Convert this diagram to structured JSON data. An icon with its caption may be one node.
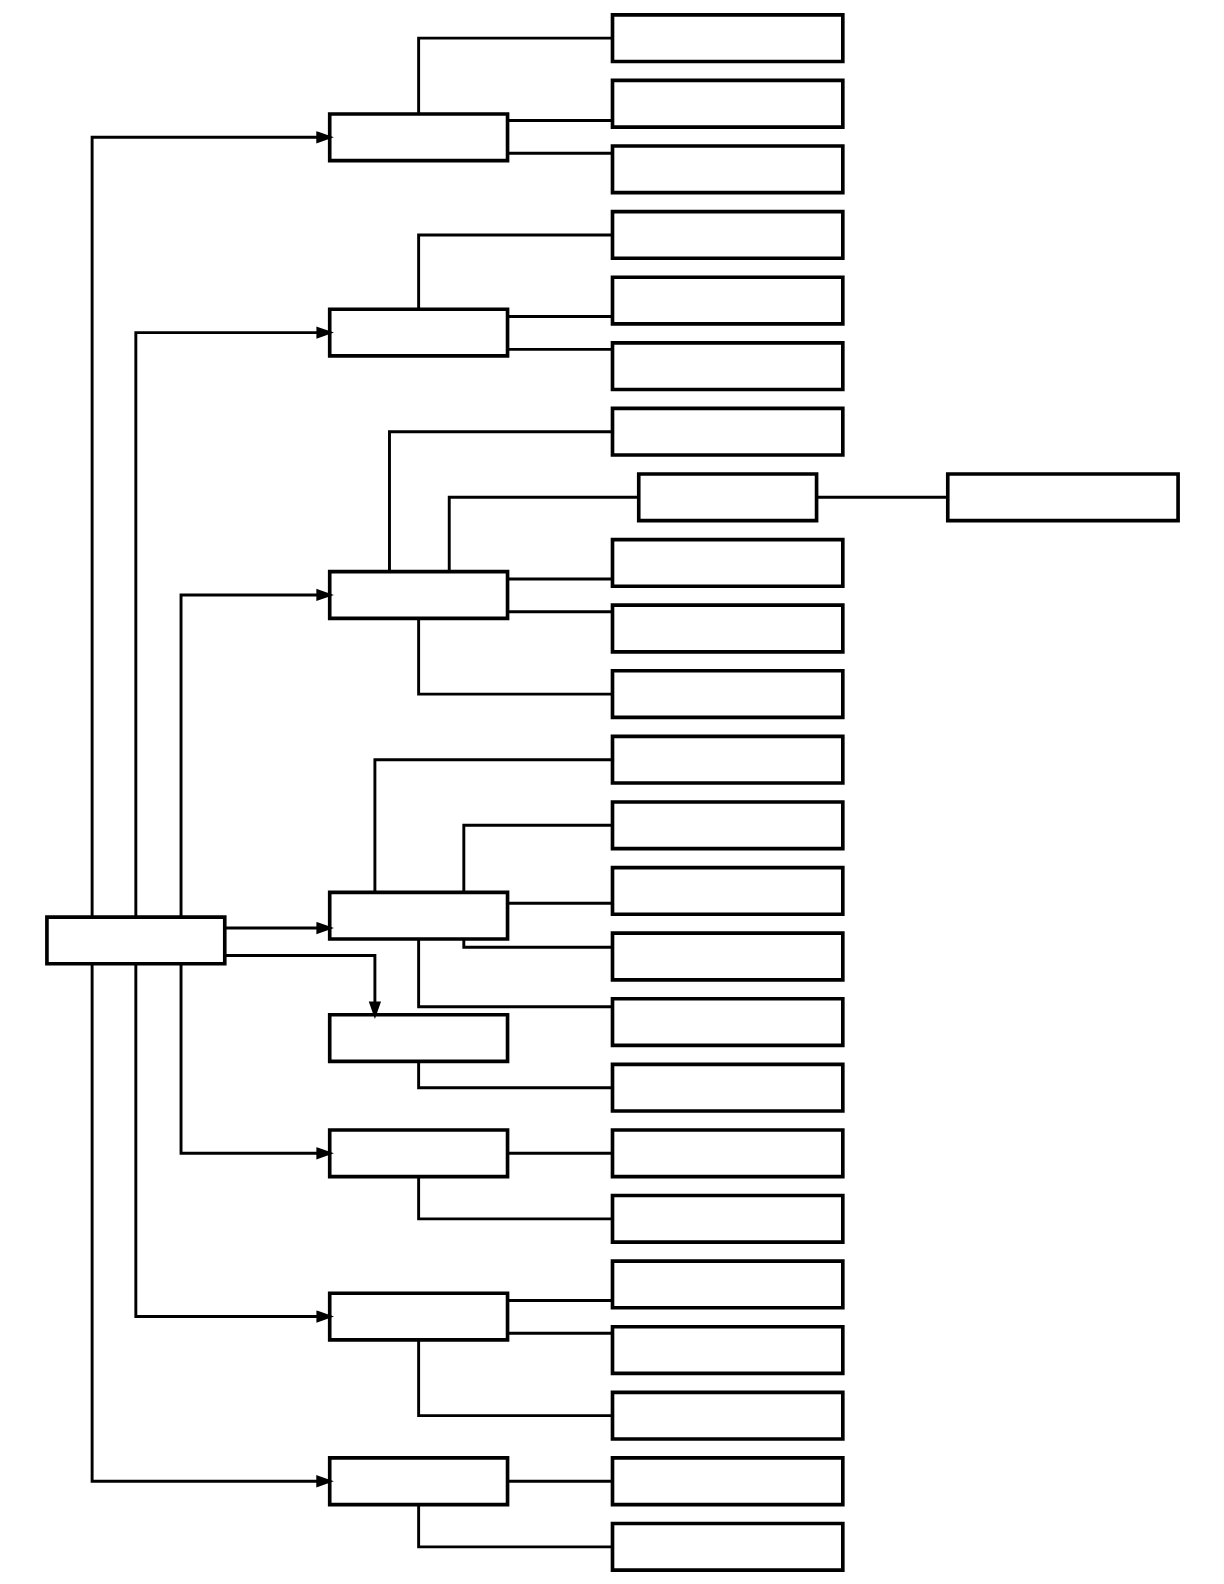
{
  "diagram": {
    "nodes": [
      {
        "text": [],
        "shape": "box"
      },
      {
        "text": [],
        "shape": "box"
      },
      {
        "text": [],
        "shape": "box"
      },
      {
        "text": [],
        "shape": "box"
      },
      {
        "text": [],
        "shape": "box"
      },
      {
        "text": [],
        "shape": "box"
      },
      {
        "text": [],
        "shape": "box"
      },
      {
        "text": [],
        "shape": "box"
      },
      {
        "text": [],
        "shape": "box"
      },
      {
        "text": [],
        "shape": "box"
      },
      {
        "text": [],
        "shape": "box"
      },
      {
        "text": [],
        "shape": "box"
      },
      {
        "text": [],
        "shape": "box"
      },
      {
        "text": [],
        "shape": "box"
      },
      {
        "text": [],
        "shape": "box"
      },
      {
        "text": [],
        "shape": "box"
      },
      {
        "text": [],
        "shape": "box"
      },
      {
        "text": [],
        "shape": "box"
      },
      {
        "text": [],
        "shape": "box"
      },
      {
        "text": [],
        "shape": "box"
      },
      {
        "text": [],
        "shape": "box"
      },
      {
        "text": [],
        "shape": "box"
      },
      {
        "text": [],
        "shape": "box"
      },
      {
        "text": [],
        "shape": "box"
      },
      {
        "text": [],
        "shape": "box"
      },
      {
        "text": [],
        "shape": "box"
      },
      {
        "text": [],
        "shape": "box"
      },
      {
        "text": [],
        "shape": "box"
      },
      {
        "text": [],
        "shape": "box"
      },
      {
        "text": [],
        "shape": "box"
      },
      {
        "text": [],
        "shape": "box"
      },
      {
        "text": [],
        "shape": "box"
      },
      {
        "text": [],
        "shape": "box"
      },
      {
        "text": [],
        "shape": "box"
      }
    ],
    "edges": [
      {
        "from": 0,
        "to": 1,
        "arrow": "to"
      },
      {
        "from": 0,
        "to": 5,
        "arrow": "to"
      },
      {
        "from": 0,
        "to": 9,
        "arrow": "to"
      },
      {
        "from": 0,
        "to": 16,
        "arrow": "to"
      },
      {
        "from": 0,
        "to": 22,
        "arrow": "to"
      },
      {
        "from": 0,
        "to": 24,
        "arrow": "to"
      },
      {
        "from": 0,
        "to": 27,
        "arrow": "to"
      },
      {
        "from": 0,
        "to": 31,
        "arrow": "to"
      },
      {
        "from": 1,
        "to": 2,
        "arrow": "none"
      },
      {
        "from": 1,
        "to": 3,
        "arrow": "none"
      },
      {
        "from": 1,
        "to": 4,
        "arrow": "none"
      },
      {
        "from": 5,
        "to": 6,
        "arrow": "none"
      },
      {
        "from": 5,
        "to": 7,
        "arrow": "none"
      },
      {
        "from": 5,
        "to": 8,
        "arrow": "none"
      },
      {
        "from": 9,
        "to": 10,
        "arrow": "none"
      },
      {
        "from": 9,
        "to": 11,
        "arrow": "none"
      },
      {
        "from": 11,
        "to": 12,
        "arrow": "none"
      },
      {
        "from": 9,
        "to": 13,
        "arrow": "none"
      },
      {
        "from": 9,
        "to": 14,
        "arrow": "none"
      },
      {
        "from": 9,
        "to": 15,
        "arrow": "none"
      },
      {
        "from": 16,
        "to": 17,
        "arrow": "none"
      },
      {
        "from": 16,
        "to": 18,
        "arrow": "none"
      },
      {
        "from": 16,
        "to": 19,
        "arrow": "none"
      },
      {
        "from": 16,
        "to": 20,
        "arrow": "none"
      },
      {
        "from": 16,
        "to": 21,
        "arrow": "none"
      },
      {
        "from": 22,
        "to": 23,
        "arrow": "none"
      },
      {
        "from": 24,
        "to": 25,
        "arrow": "none"
      },
      {
        "from": 24,
        "to": 26,
        "arrow": "none"
      },
      {
        "from": 27,
        "to": 28,
        "arrow": "none"
      },
      {
        "from": 27,
        "to": 29,
        "arrow": "none"
      },
      {
        "from": 27,
        "to": 30,
        "arrow": "none"
      },
      {
        "from": 31,
        "to": 32,
        "arrow": "none"
      },
      {
        "from": 31,
        "to": 33,
        "arrow": "none"
      }
    ]
  }
}
